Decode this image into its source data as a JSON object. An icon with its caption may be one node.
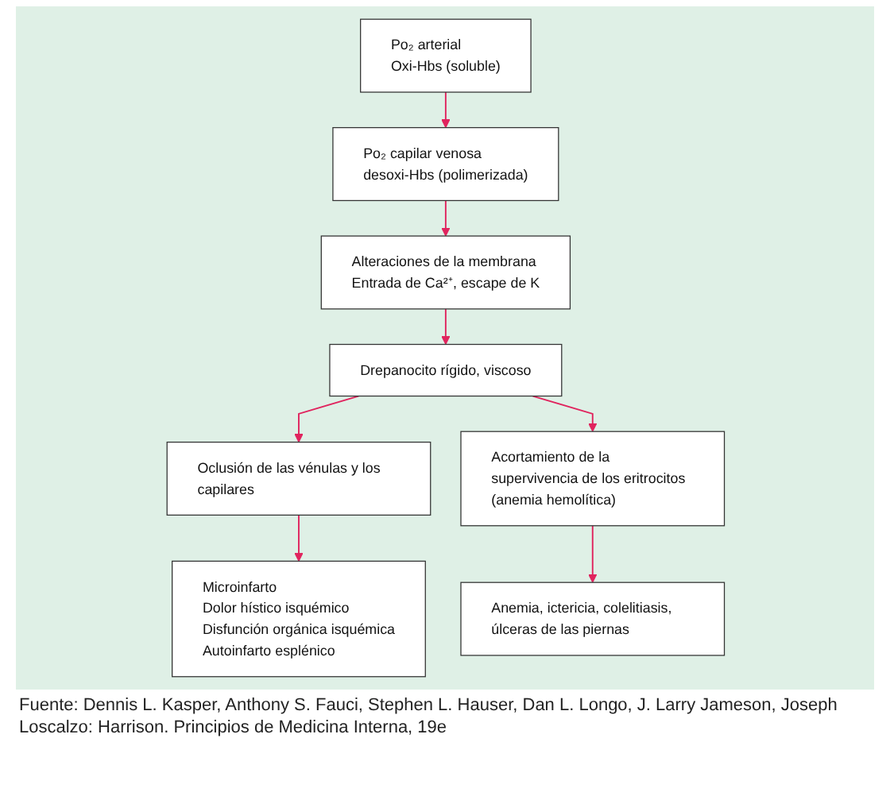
{
  "diagram": {
    "caption": "Fuente: Dennis L. Kasper, Anthony S. Fauci, Stephen L. Hauser, Dan L. Longo, J. Larry Jameson, Joseph Loscalzo: Harrison. Principios de Medicina Interna, 19e",
    "nodes": [
      {
        "text": [
          "Po₂ arterial",
          "Oxi-Hbs (soluble)"
        ]
      },
      {
        "text": [
          "Po₂ capilar venosa",
          "desoxi-Hbs (polimerizada)"
        ]
      },
      {
        "text": [
          "Alteraciones de la membrana",
          "Entrada de Ca²⁺, escape de K"
        ]
      },
      {
        "text": [
          "Drepanocito rígido, viscoso"
        ]
      },
      {
        "text": [
          "Oclusión de las vénulas y los capilares"
        ]
      },
      {
        "text": [
          "Acortamiento de la supervivencia de los eritrocitos (anemia hemolítica)"
        ]
      },
      {
        "text": [
          "Microinfarto",
          "Dolor hístico isquémico",
          "Disfunción orgánica isquémica",
          "Autoinfarto esplénico"
        ]
      },
      {
        "text": [
          "Anemia, ictericia, colelitiasis, úlceras de las piernas"
        ]
      }
    ],
    "edges": [
      {
        "from": 0,
        "to": 1,
        "arrow": "to"
      },
      {
        "from": 1,
        "to": 2,
        "arrow": "to"
      },
      {
        "from": 2,
        "to": 3,
        "arrow": "to"
      },
      {
        "from": 3,
        "to": 4,
        "arrow": "to"
      },
      {
        "from": 3,
        "to": 5,
        "arrow": "to"
      },
      {
        "from": 4,
        "to": 6,
        "arrow": "to"
      },
      {
        "from": 5,
        "to": 7,
        "arrow": "to"
      }
    ]
  }
}
